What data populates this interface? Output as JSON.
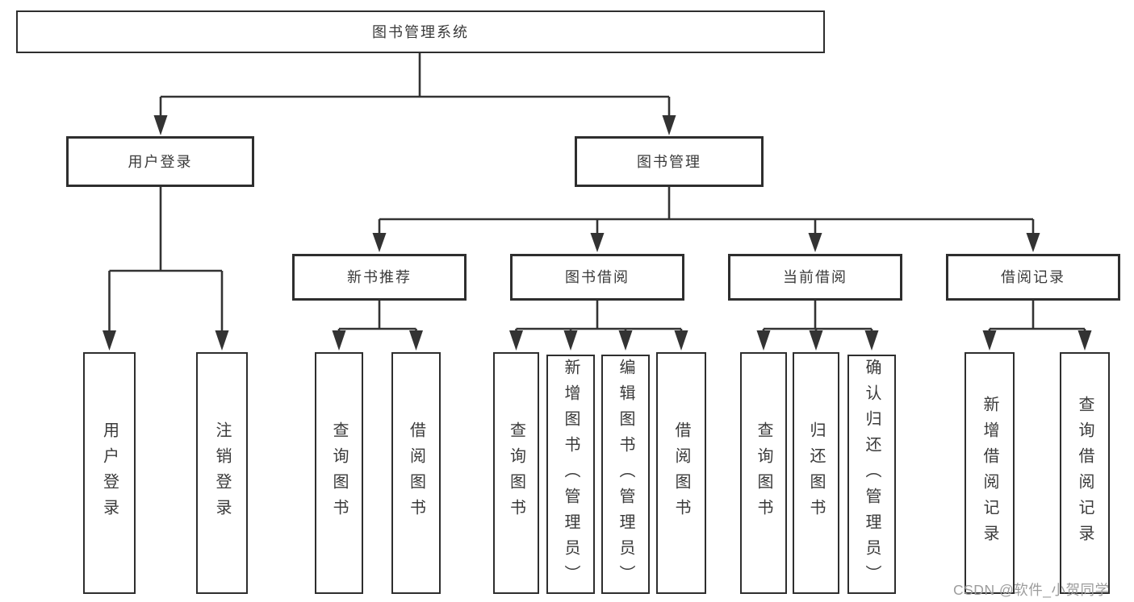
{
  "diagram": {
    "root": {
      "label": "图书管理系统"
    },
    "level2": [
      {
        "label": "用户登录",
        "parent": "图书管理系统"
      },
      {
        "label": "图书管理",
        "parent": "图书管理系统"
      }
    ],
    "level3": [
      {
        "label": "新书推荐",
        "parent": "图书管理"
      },
      {
        "label": "图书借阅",
        "parent": "图书管理"
      },
      {
        "label": "当前借阅",
        "parent": "图书管理"
      },
      {
        "label": "借阅记录",
        "parent": "图书管理"
      }
    ],
    "leaves": [
      {
        "label": "用户登录",
        "parent": "用户登录"
      },
      {
        "label": "注销登录",
        "parent": "用户登录"
      },
      {
        "label": "查询图书",
        "parent": "新书推荐"
      },
      {
        "label": "借阅图书",
        "parent": "新书推荐"
      },
      {
        "label": "查询图书",
        "parent": "图书借阅"
      },
      {
        "label": "新增图书（管理员）",
        "parent": "图书借阅"
      },
      {
        "label": "编辑图书（管理员）",
        "parent": "图书借阅"
      },
      {
        "label": "借阅图书",
        "parent": "图书借阅"
      },
      {
        "label": "查询图书",
        "parent": "当前借阅"
      },
      {
        "label": "归还图书",
        "parent": "当前借阅"
      },
      {
        "label": "确认归还（管理员）",
        "parent": "当前借阅"
      },
      {
        "label": "新增借阅记录",
        "parent": "借阅记录"
      },
      {
        "label": "查询借阅记录",
        "parent": "借阅记录"
      }
    ]
  },
  "watermark": {
    "text": "CSDN @软件_小贺同学",
    "color": "#9c9c9c"
  },
  "colors": {
    "line": "#333333",
    "box_border": "#2e2e2e",
    "text": "#3a3a3a",
    "background": "#ffffff"
  }
}
